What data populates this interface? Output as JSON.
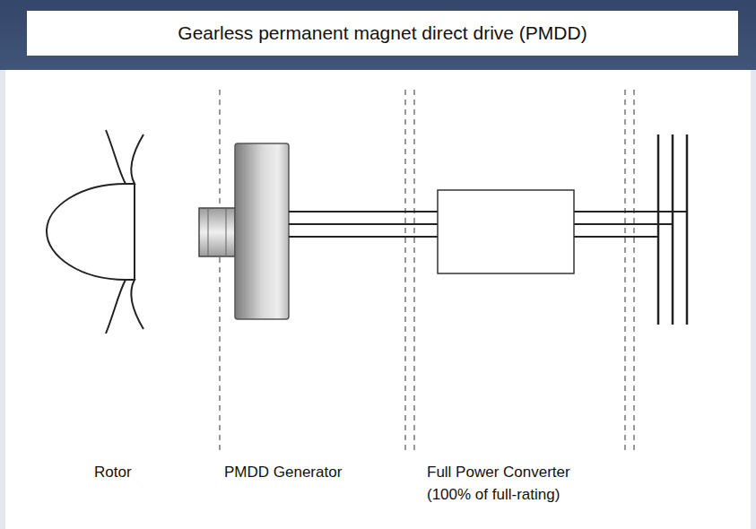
{
  "diagram": {
    "title": "Gearless permanent magnet direct drive (PMDD)",
    "labels": [
      "Rotor",
      "PMDD Generator",
      "Full Power Converter",
      "(100% of full-rating)"
    ]
  }
}
